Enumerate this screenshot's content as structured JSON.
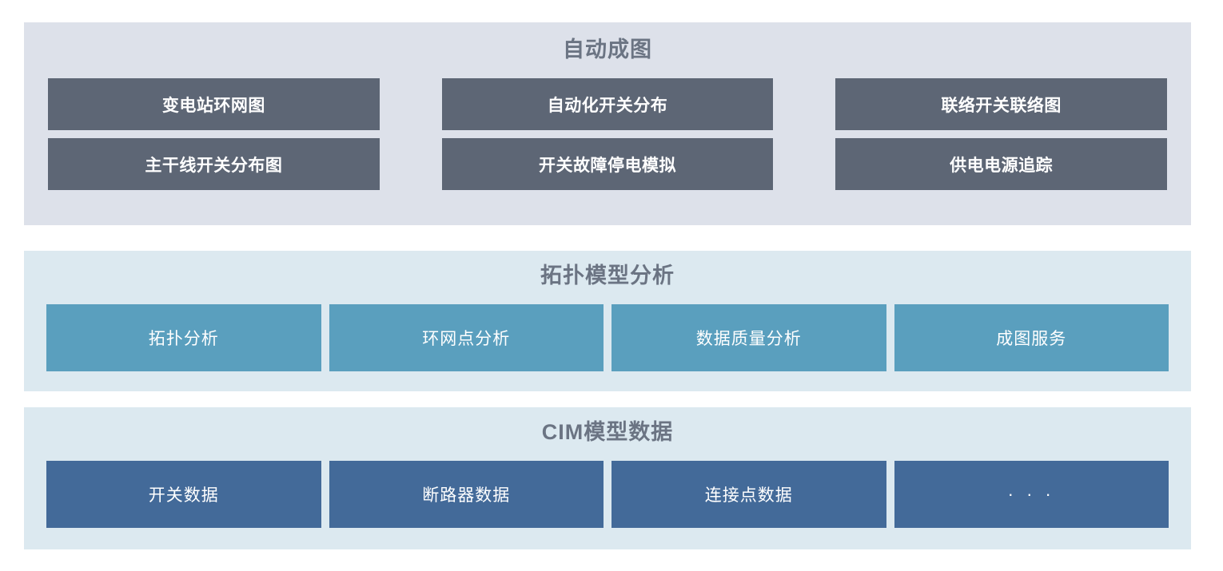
{
  "panels": [
    {
      "id": "automap",
      "title": "自动成图",
      "rows": [
        [
          {
            "label": "变电站环网图"
          },
          {
            "label": "自动化开关分布"
          },
          {
            "label": "联络开关联络图"
          }
        ],
        [
          {
            "label": "主干线开关分布图"
          },
          {
            "label": "开关故障停电模拟"
          },
          {
            "label": "供电电源追踪"
          }
        ]
      ],
      "colors": {
        "background": "#dde1ea",
        "button": "#5d6675",
        "title": "#6b7483",
        "label": "#ffffff"
      }
    },
    {
      "id": "topology",
      "title": "拓扑模型分析",
      "rows": [
        [
          {
            "label": "拓扑分析"
          },
          {
            "label": "环网点分析"
          },
          {
            "label": "数据质量分析"
          },
          {
            "label": "成图服务"
          }
        ]
      ],
      "colors": {
        "background": "#dce9f0",
        "button": "#5a9fbe",
        "title": "#6b7483",
        "label": "#ffffff"
      }
    },
    {
      "id": "cim",
      "title": "CIM模型数据",
      "rows": [
        [
          {
            "label": "开关数据"
          },
          {
            "label": "断路器数据"
          },
          {
            "label": "连接点数据"
          },
          {
            "label": "· · ·"
          }
        ]
      ],
      "colors": {
        "background": "#dce9f0",
        "button": "#436a99",
        "title": "#6b7483",
        "label": "#ffffff"
      }
    }
  ]
}
